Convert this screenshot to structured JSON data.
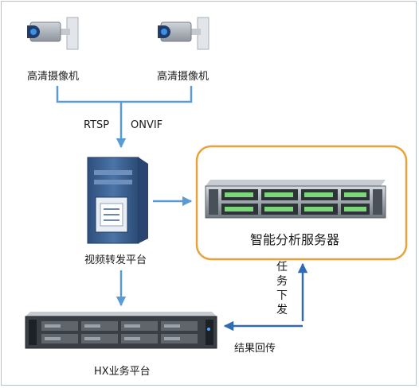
{
  "nodes": {
    "camera_left": {
      "label": "高清摄像机",
      "icon": "cctv-camera-icon"
    },
    "camera_right": {
      "label": "高清摄像机",
      "icon": "cctv-camera-icon"
    },
    "video_platform": {
      "label": "视频转发平台",
      "icon": "tower-server-icon"
    },
    "analysis_server": {
      "label": "智能分析服务器",
      "icon": "rack-server-icon"
    },
    "hx_platform": {
      "label": "HX业务平台",
      "icon": "rack-server-icon"
    }
  },
  "edges": {
    "protocol_rtsp": "RTSP",
    "protocol_onvif": "ONVIF",
    "task_dispatch": [
      "任",
      "务",
      "下",
      "发"
    ],
    "result_return": "结果回传"
  },
  "colors": {
    "arrow": "#5b9bd5",
    "highlight_border": "#e8a33c",
    "arrow_dark": "#2f6bb3"
  }
}
